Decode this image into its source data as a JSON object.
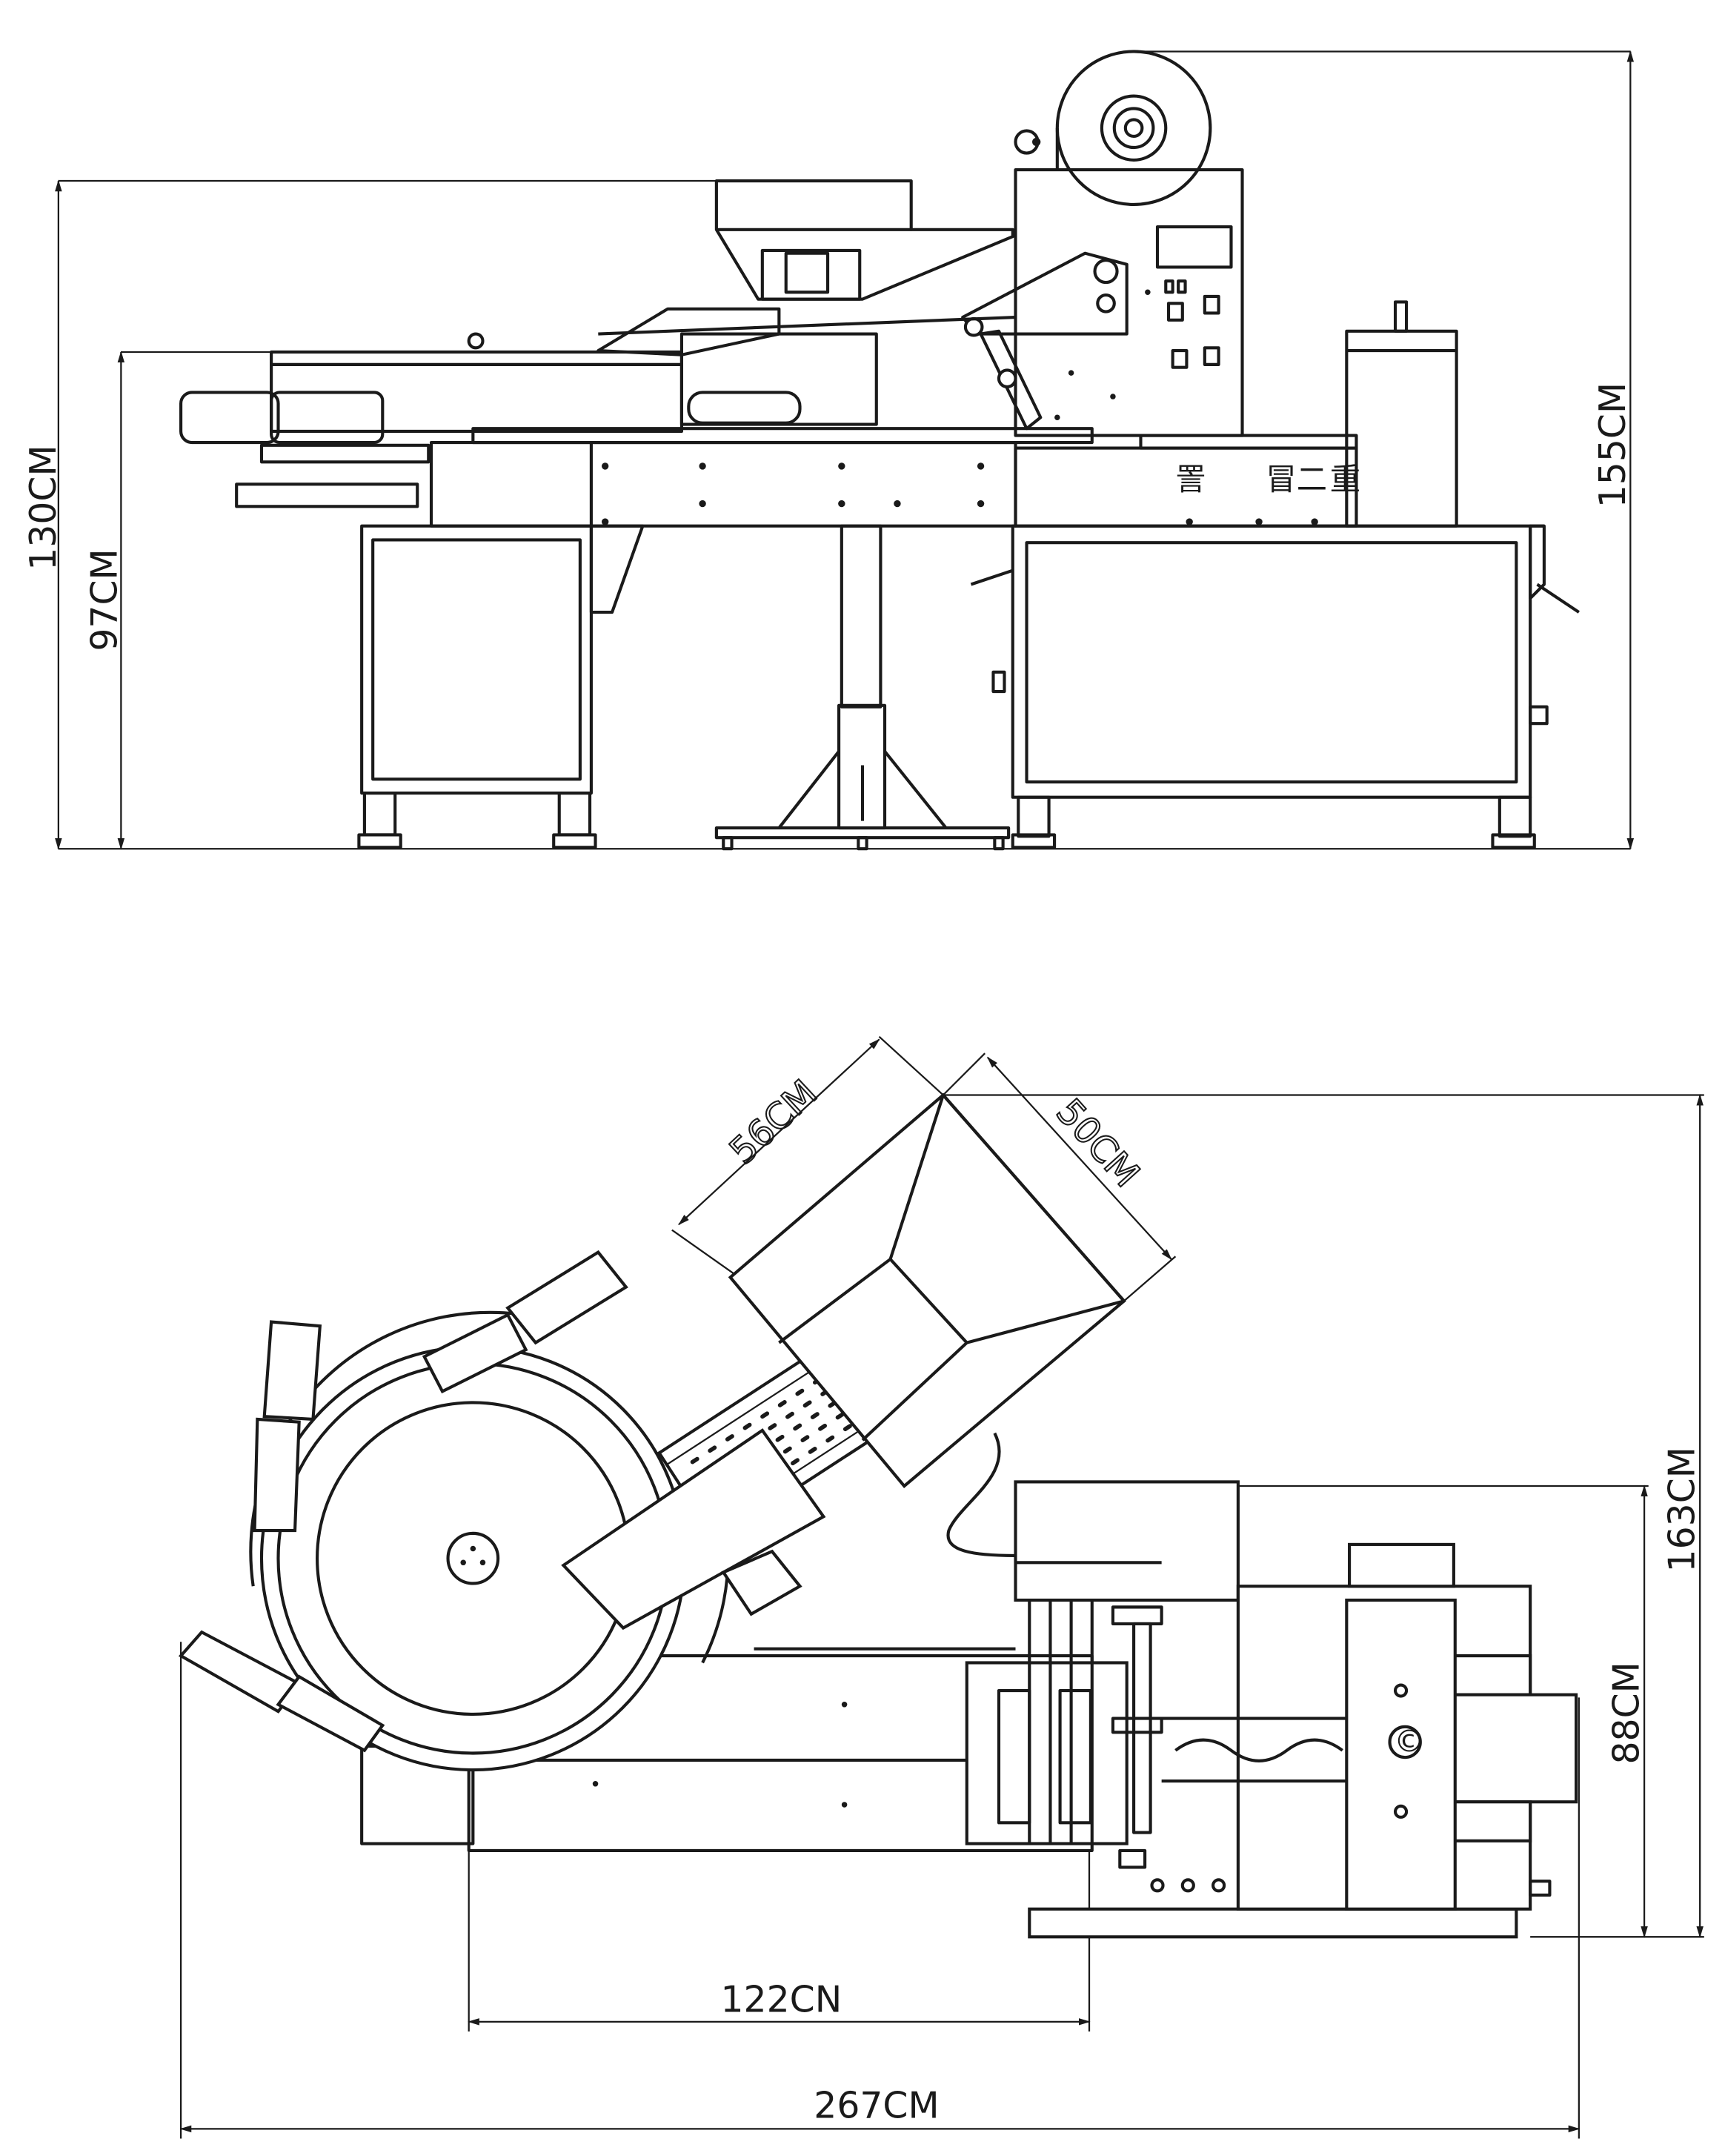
{
  "side_view": {
    "dimensions": {
      "overall_height_hopper": "130CM",
      "table_height": "97CM",
      "total_height": "155CM"
    },
    "panel_marks": [
      "詈",
      "冒",
      "二",
      "重"
    ]
  },
  "top_view": {
    "dimensions": {
      "hopper_length": "56CM",
      "hopper_width": "50CM",
      "overall_depth": "163CM",
      "machine_depth": "88CM",
      "bed_length": "122CN",
      "overall_length": "267CM"
    },
    "knob_mark": "©"
  },
  "colors": {
    "line": "#1a1a1a",
    "background": "#ffffff"
  }
}
